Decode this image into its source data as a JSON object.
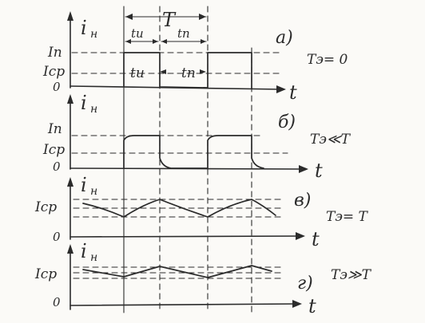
{
  "labels": {
    "current_axis_main": "i",
    "current_axis_sub": "н",
    "time_axis": "t",
    "level_pulse": "Iп",
    "level_avg": "Iср",
    "origin": "0",
    "period": "T",
    "pulse_time": "tи",
    "pause_time": "tп"
  },
  "panels": [
    {
      "letter": "а)",
      "condition": "Tэ= 0"
    },
    {
      "letter": "б)",
      "condition": "Tэ≪T"
    },
    {
      "letter": "в)",
      "condition": "Tэ= T"
    },
    {
      "letter": "г)",
      "condition": "Tэ≫T"
    }
  ]
}
